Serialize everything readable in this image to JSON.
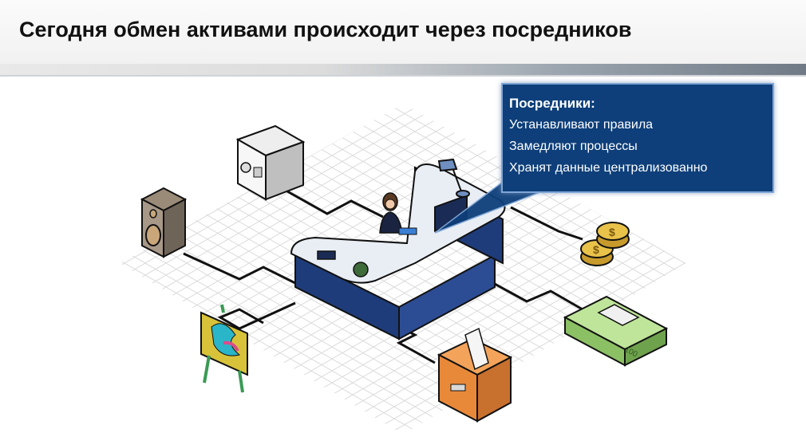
{
  "slide": {
    "title": "Сегодня обмен активами происходит через посредников"
  },
  "callout": {
    "title": "Посредники:",
    "items": [
      "Устанавливают правила",
      "Замедляют процессы",
      "Хранят данные централизованно"
    ]
  },
  "illustration": {
    "banknote_label": "100",
    "coin_symbol": "$",
    "center": "reception-desk",
    "assets": [
      "safe",
      "speaker",
      "painting-easel",
      "ballot-box",
      "banknotes",
      "coins"
    ]
  },
  "colors": {
    "callout_bg": "#0e3f7a",
    "desk_blue": "#1f3c7a",
    "desk_top": "#e9eef5"
  }
}
